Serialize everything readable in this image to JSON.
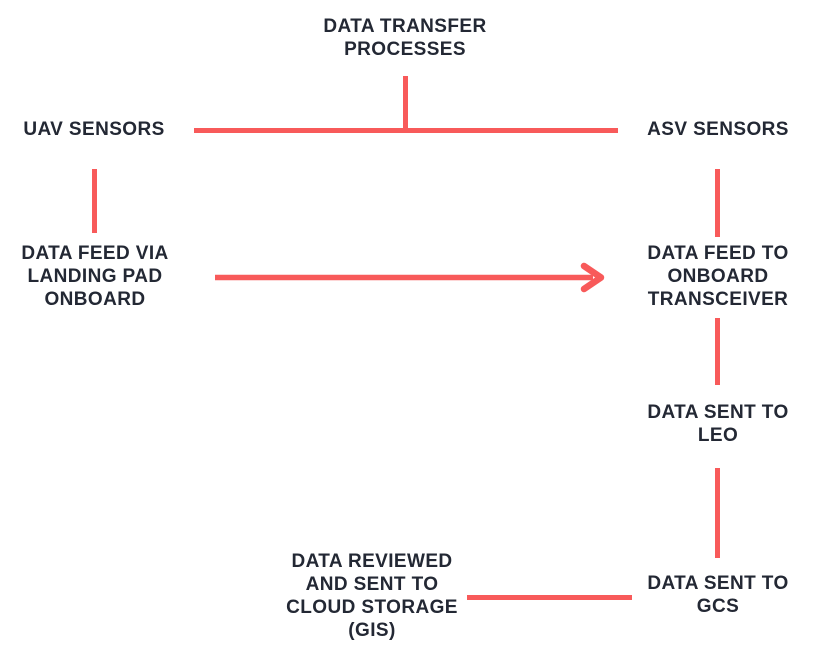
{
  "diagram": {
    "title": {
      "lines": [
        "DATA TRANSFER",
        "PROCESSES"
      ]
    },
    "nodes": {
      "uav_sensors": {
        "lines": [
          "UAV SENSORS"
        ]
      },
      "asv_sensors": {
        "lines": [
          "ASV SENSORS"
        ]
      },
      "data_feed_landing_pad": {
        "lines": [
          "DATA FEED VIA",
          "LANDING PAD",
          "ONBOARD"
        ]
      },
      "data_feed_transceiver": {
        "lines": [
          "DATA FEED TO",
          "ONBOARD",
          "TRANSCEIVER"
        ]
      },
      "data_sent_leo": {
        "lines": [
          "DATA SENT TO",
          "LEO"
        ]
      },
      "data_sent_gcs": {
        "lines": [
          "DATA SENT TO",
          "GCS"
        ]
      },
      "data_reviewed_cloud": {
        "lines": [
          "DATA REVIEWED",
          "AND SENT TO",
          "CLOUD STORAGE",
          "(GIS)"
        ]
      }
    },
    "colors": {
      "connector": "#F85A5A",
      "text": "#232834",
      "background": "#FFFFFF"
    }
  }
}
